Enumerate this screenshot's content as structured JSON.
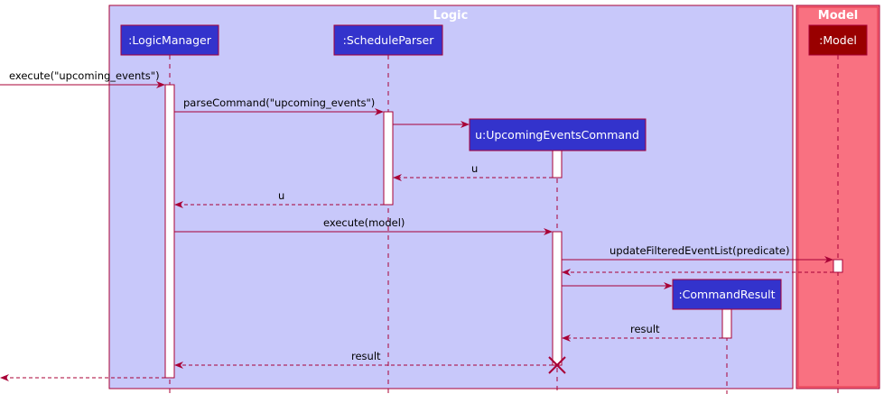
{
  "frames": {
    "logic": {
      "title": "Logic",
      "fill": "#c8c8fa",
      "border": "#a80036"
    },
    "model": {
      "title": "Model",
      "fill": "#f97181",
      "border": "#a80036",
      "inner_border": "#e3374c"
    }
  },
  "participants": {
    "logic_manager": ":LogicManager",
    "schedule_parser": ":ScheduleParser",
    "upcoming_events_command": "u:UpcomingEventsCommand",
    "command_result": ":CommandResult",
    "model": ":Model"
  },
  "messages": {
    "m1": "execute(\"upcoming_events\")",
    "m2": "parseCommand(\"upcoming_events\")",
    "m3": "u",
    "m4": "u",
    "m5": "execute(model)",
    "m6": "updateFilteredEventList(predicate)",
    "m7": "result",
    "m8": "result"
  },
  "colors": {
    "participant_box": "#3333cc",
    "model_box": "#990000",
    "line": "#a80036",
    "activation": "#ffffff"
  }
}
